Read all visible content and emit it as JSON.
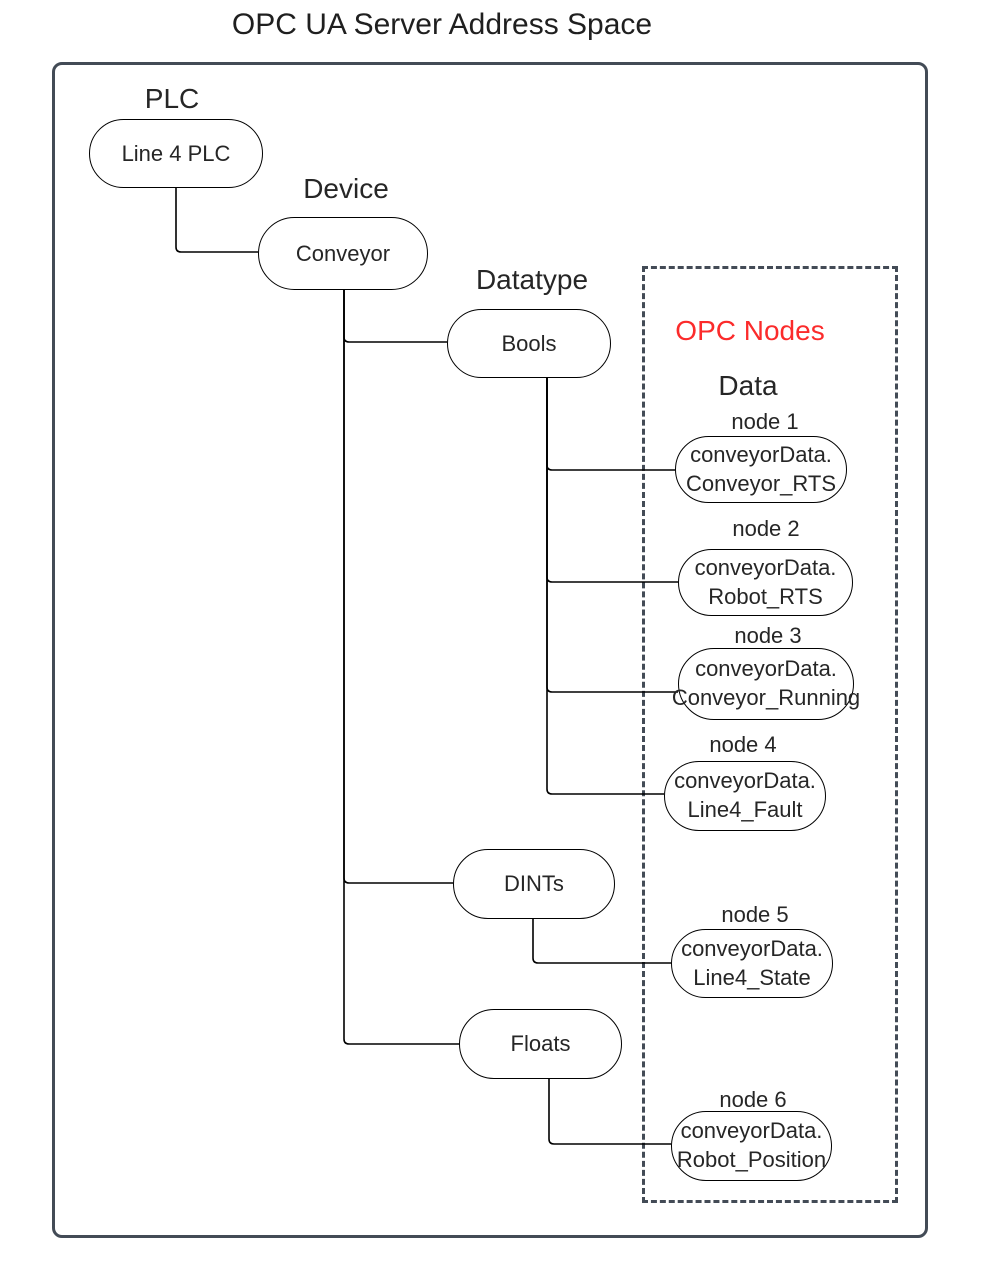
{
  "title": "OPC UA Server Address Space",
  "labels": {
    "plc": "PLC",
    "device": "Device",
    "datatype": "Datatype",
    "opc_nodes": "OPC Nodes",
    "data": "Data"
  },
  "tree": {
    "plc": "Line 4 PLC",
    "device": "Conveyor",
    "datatypes": {
      "bools": "Bools",
      "dints": "DINTs",
      "floats": "Floats"
    }
  },
  "opc_nodes": [
    {
      "label": "node 1",
      "value": "conveyorData.\nConveyor_RTS",
      "parent": "Bools"
    },
    {
      "label": "node 2",
      "value": "conveyorData.\nRobot_RTS",
      "parent": "Bools"
    },
    {
      "label": "node 3",
      "value": "conveyorData.\nConveyor_Running",
      "parent": "Bools"
    },
    {
      "label": "node 4",
      "value": "conveyorData.\nLine4_Fault",
      "parent": "Bools"
    },
    {
      "label": "node 5",
      "value": "conveyorData.\nLine4_State",
      "parent": "DINTs"
    },
    {
      "label": "node 6",
      "value": "conveyorData.\nRobot_Position",
      "parent": "Floats"
    }
  ],
  "colors": {
    "opc_nodes_text": "#fb2b2b",
    "frame_stroke": "#434b56",
    "connector_stroke": "#000000",
    "text": "#262626"
  }
}
